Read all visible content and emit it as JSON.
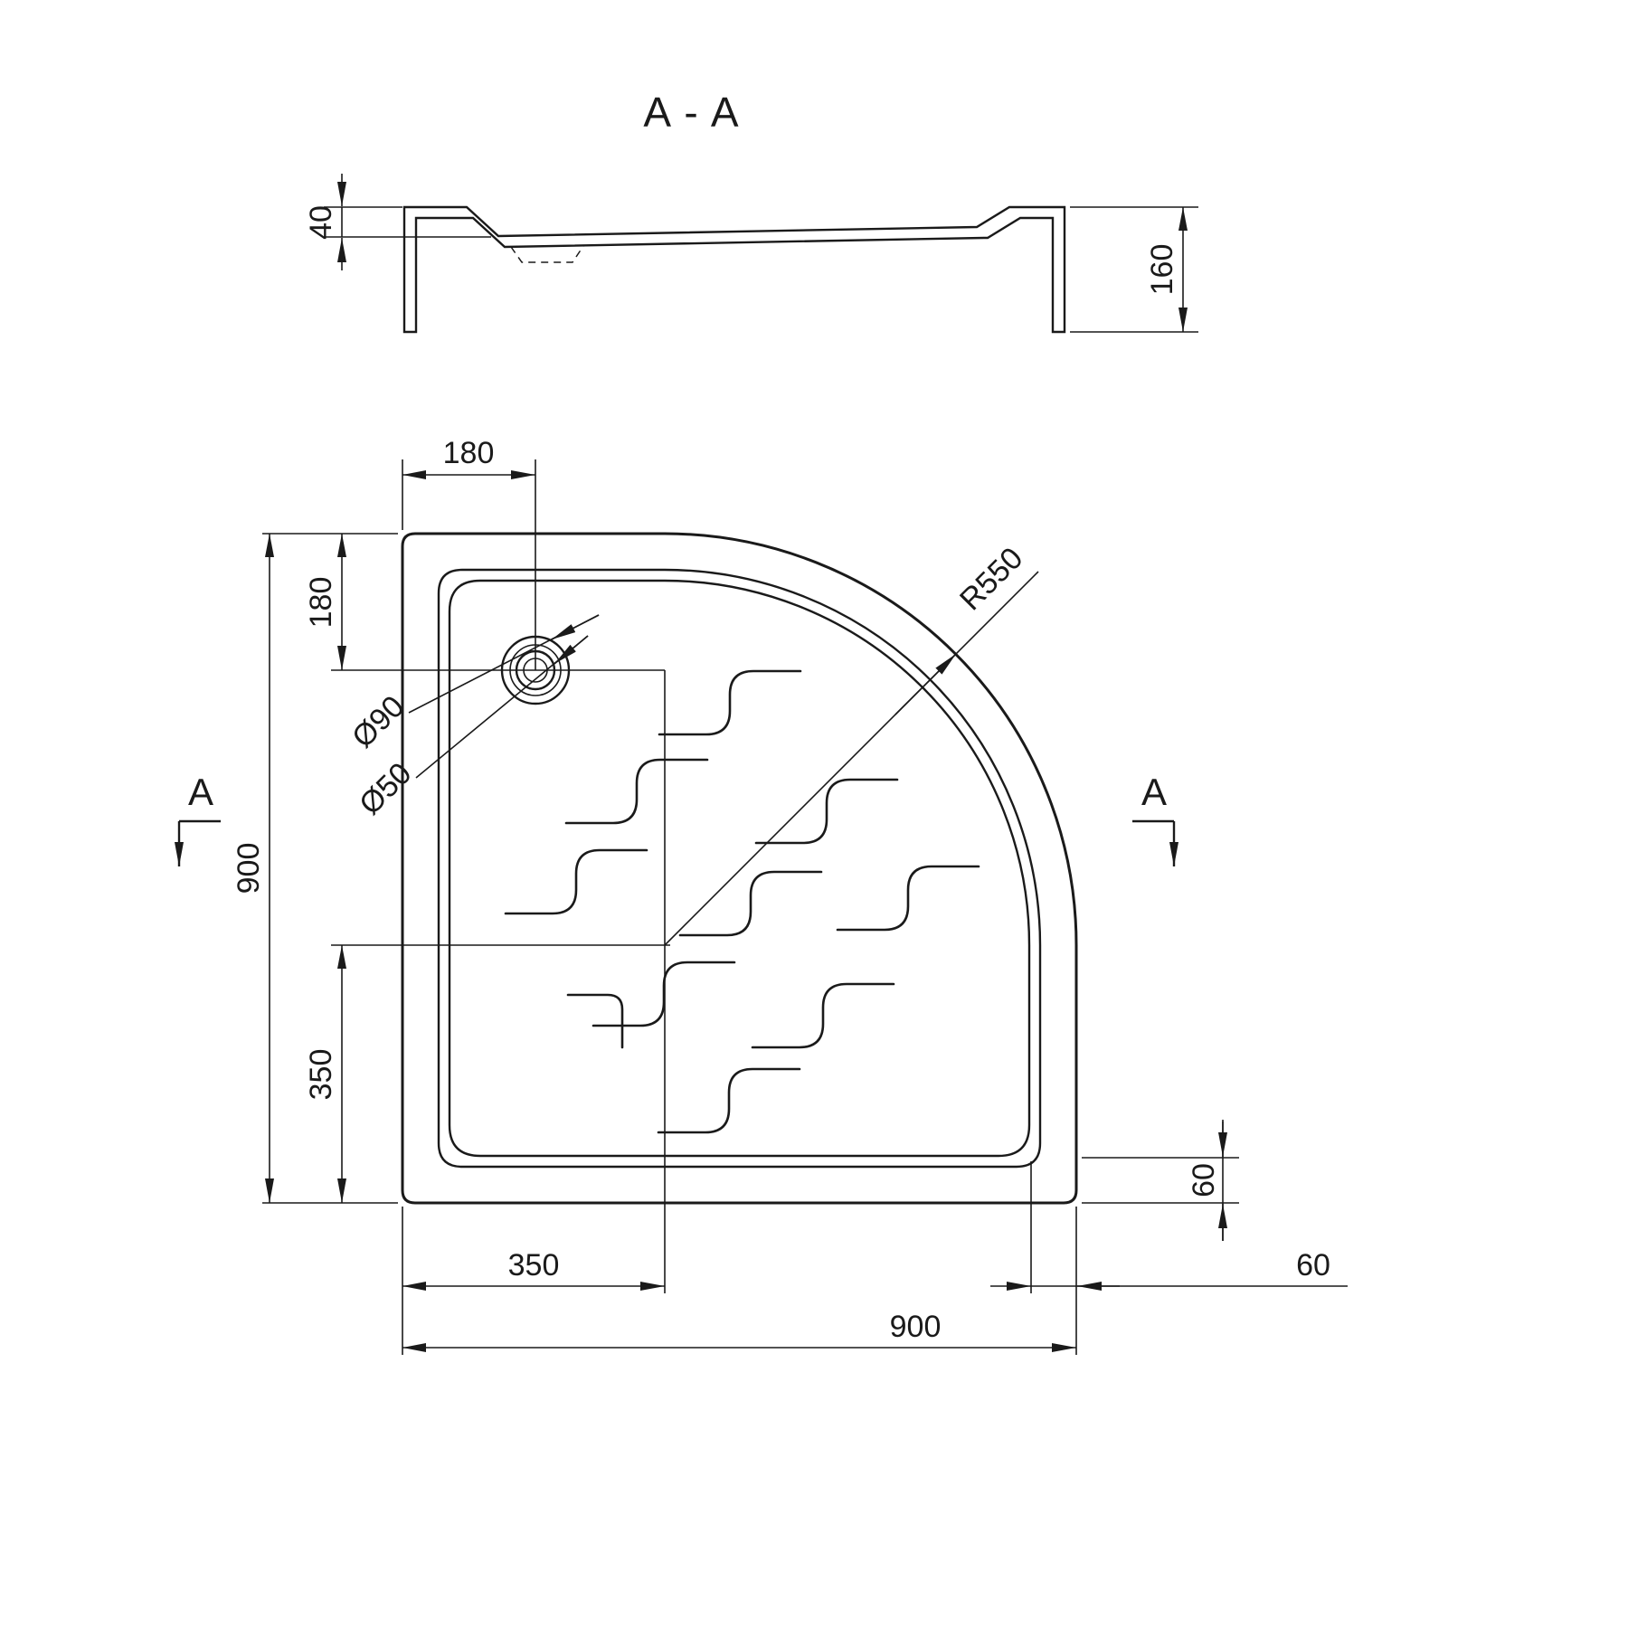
{
  "title": "A - A",
  "section": {
    "dim_depth": "40",
    "dim_height": "160"
  },
  "plan": {
    "dim_top_180": "180",
    "dim_left_180": "180",
    "dim_left_900": "900",
    "dim_left_350": "350",
    "dim_bottom_350": "350",
    "dim_bottom_900": "900",
    "dim_bottom_60": "60",
    "dim_right_60": "60",
    "label_radius": "R550",
    "label_drain_outer": "Ø90",
    "label_drain_inner": "Ø50"
  },
  "markers": {
    "left": "A",
    "right": "A"
  },
  "colors": {
    "line": "#1a1a1a",
    "background": "#ffffff"
  }
}
